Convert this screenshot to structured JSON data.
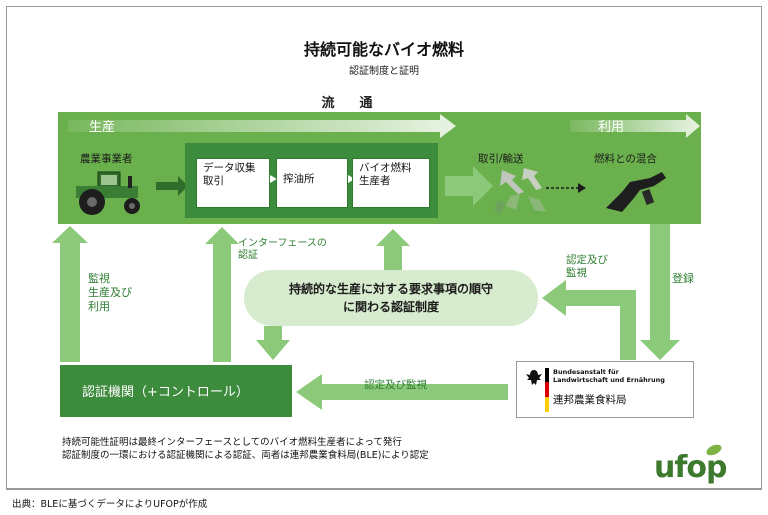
{
  "title": "持続可能なバイオ燃料",
  "subtitle": "認証制度と証明",
  "flow_label": "流　通",
  "band": {
    "production_label": "生産",
    "use_label": "利用"
  },
  "nodes": {
    "farmer": "農業事業者",
    "collection": [
      "データ収集",
      "取引"
    ],
    "oil_mill": "搾油所",
    "producer": [
      "バイオ燃料",
      "生産者"
    ],
    "trade_transport": "取引/輸送",
    "fuel_mixing": "燃料との混合"
  },
  "labels": {
    "interface": [
      "インターフェースの",
      "認証"
    ],
    "monitoring": [
      "監視",
      "生産及び",
      "利用"
    ],
    "cert_monitor_right": [
      "認定及び",
      "監視"
    ],
    "registration": "登録",
    "cert_monitor_bottom": "認定及び監視"
  },
  "oval": [
    "持続的な生産に対する要求事項の順守",
    "に関わる認証制度"
  ],
  "cert_body": "認証機関（+コントロール）",
  "ble": {
    "de_line1": "Bundesanstalt für",
    "de_line2": "Landwirtschaft und Ernährung",
    "jp": "連邦農業食料局"
  },
  "notes": [
    "持続可能性証明は最終インターフェースとしてのバイオ燃料生産者によって発行",
    "認証制度の一環における認証機関による認証、両者は連邦農業食料局(BLE)により認定"
  ],
  "logo": "ufop",
  "source": "出典：BLEに基づくデータによりUFOPが作成",
  "colors": {
    "band": "#6ab04c",
    "dark_green": "#3d8b3d",
    "light_green": "#d7ebce",
    "arrow_green": "#8cc97a"
  }
}
